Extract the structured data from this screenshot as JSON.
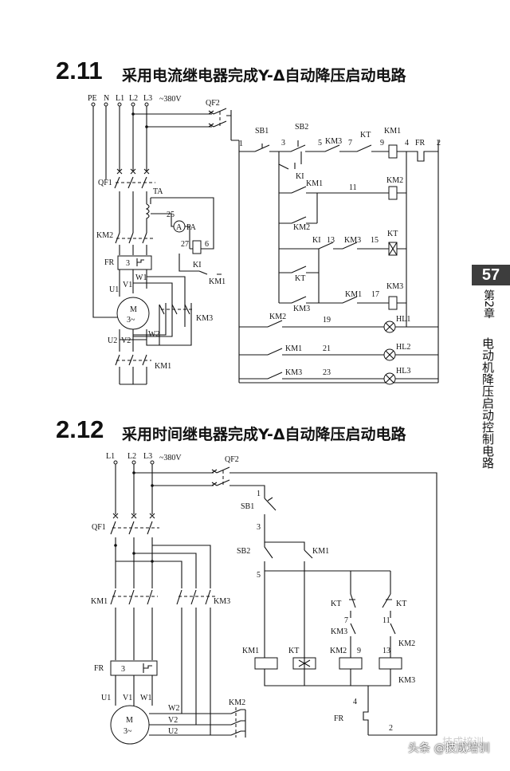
{
  "sections": [
    {
      "number": "2.11",
      "title": "采用电流继电器完成Y-Δ自动降压启动电路"
    },
    {
      "number": "2.12",
      "title": "采用时间继电器完成Y-Δ自动降压启动电路"
    }
  ],
  "page_number": "57",
  "chapter": "第2章",
  "chapter_title": "电动机降压启动控制电路",
  "watermark": "头条 @技成培训",
  "watermark_faint": "技成培训",
  "d1": {
    "supply": [
      "PE",
      "N",
      "L1",
      "L2",
      "L3",
      "~380V"
    ],
    "qf2": "QF2",
    "qf1": "QF1",
    "ta": "TA",
    "km2": "KM2",
    "fr": "FR",
    "fr_box": "3",
    "motor": [
      "M",
      "3~"
    ],
    "terms": [
      "U1",
      "V1",
      "W1",
      "U2",
      "V2",
      "W2"
    ],
    "km3": "KM3",
    "km1": "KM1",
    "pa": "PA",
    "a": "A",
    "n25": "25",
    "n27": "27",
    "n6": "6",
    "ki": "KI",
    "nodes": [
      "1",
      "3",
      "5",
      "7",
      "9",
      "4",
      "2",
      "11",
      "13",
      "15",
      "17",
      "19",
      "21",
      "23"
    ],
    "ctl": [
      "SB1",
      "SB2",
      "KM3",
      "KT",
      "KM1",
      "FR",
      "KI",
      "KM1",
      "KM2",
      "KM2",
      "KI",
      "KM3",
      "KT",
      "KT",
      "KM3",
      "KM1",
      "KM3"
    ],
    "lamps": [
      {
        "contact": "KM2",
        "node": "19",
        "lamp": "HL1"
      },
      {
        "contact": "KM1",
        "node": "21",
        "lamp": "HL2"
      },
      {
        "contact": "KM3",
        "node": "23",
        "lamp": "HL3"
      }
    ]
  },
  "d2": {
    "supply": [
      "L1",
      "L2",
      "L3",
      "~380V"
    ],
    "qf2": "QF2",
    "qf1": "QF1",
    "km1": "KM1",
    "km3": "KM3",
    "fr": "FR",
    "fr_box": "3",
    "motor": [
      "M",
      "3~"
    ],
    "terms": [
      "U1",
      "V1",
      "W1",
      "W2",
      "V2",
      "U2"
    ],
    "km2": "KM2",
    "nodes": [
      "1",
      "3",
      "5",
      "7",
      "9",
      "11",
      "13",
      "4",
      "2"
    ],
    "ctl": [
      "SB1",
      "SB2",
      "KM1",
      "KT",
      "KT",
      "KM3",
      "KM2",
      "KM2",
      "KM1",
      "KT",
      "KM2",
      "KM3",
      "FR"
    ]
  }
}
